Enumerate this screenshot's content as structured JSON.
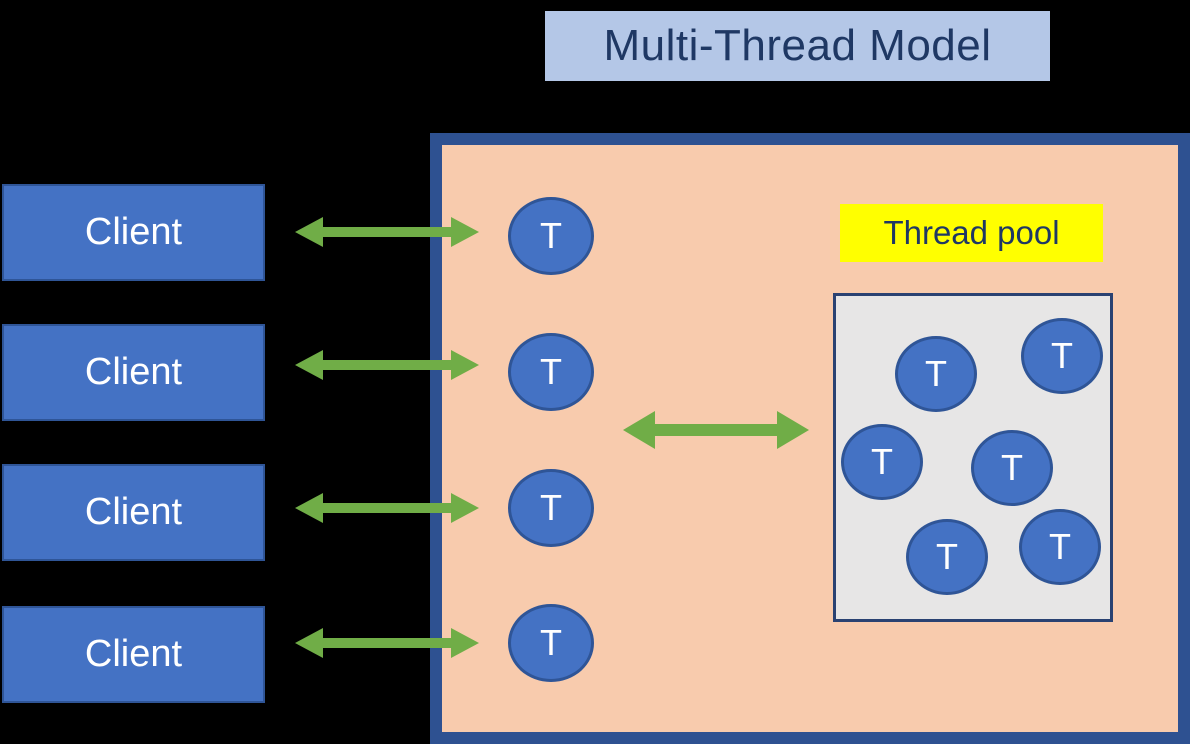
{
  "title": {
    "text": "Multi-Thread Model"
  },
  "clients": [
    {
      "label": "Client"
    },
    {
      "label": "Client"
    },
    {
      "label": "Client"
    },
    {
      "label": "Client"
    }
  ],
  "server": {
    "worker_threads": [
      {
        "label": "T"
      },
      {
        "label": "T"
      },
      {
        "label": "T"
      },
      {
        "label": "T"
      }
    ],
    "thread_pool": {
      "label": "Thread pool",
      "threads": [
        {
          "label": "T"
        },
        {
          "label": "T"
        },
        {
          "label": "T"
        },
        {
          "label": "T"
        },
        {
          "label": "T"
        },
        {
          "label": "T"
        }
      ]
    }
  },
  "colors": {
    "canvas_bg": "#000000",
    "title_bg": "#b4c7e7",
    "title_text": "#1f3864",
    "client_fill": "#4472c4",
    "client_border": "#2f5597",
    "client_text": "#ffffff",
    "server_fill": "#f8cbad",
    "server_border": "#2e5191",
    "pool_fill": "#e7e6e6",
    "pool_border": "#2a4272",
    "pool_label_bg": "#ffff00",
    "pool_label_text": "#1f3864",
    "thread_fill": "#4472c4",
    "thread_border": "#2f5597",
    "thread_text": "#ffffff",
    "arrow_green": "#70ad47"
  }
}
